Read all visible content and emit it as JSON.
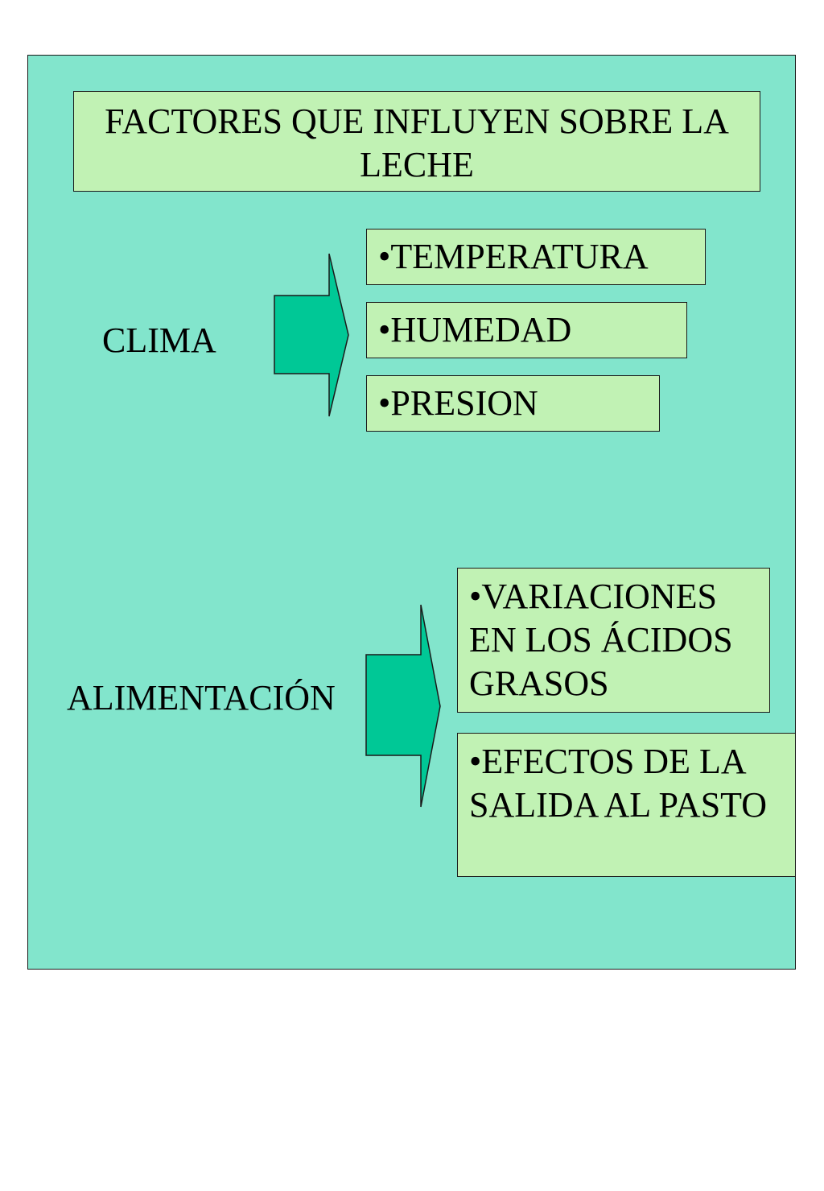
{
  "diagram": {
    "title": "FACTORES QUE INFLUYEN SOBRE LA LECHE",
    "colors": {
      "panel_background": "#82e5cc",
      "box_fill": "#c1f2b4",
      "arrow_fill": "#00c896",
      "border": "#1a1a1a"
    },
    "groups": [
      {
        "label": "CLIMA",
        "items": [
          "•TEMPERATURA",
          "•HUMEDAD",
          "•PRESION"
        ]
      },
      {
        "label": "ALIMENTACIÓN",
        "items": [
          "•VARIACIONES EN LOS ÁCIDOS GRASOS",
          "•EFECTOS DE LA SALIDA AL PASTO"
        ]
      }
    ]
  }
}
